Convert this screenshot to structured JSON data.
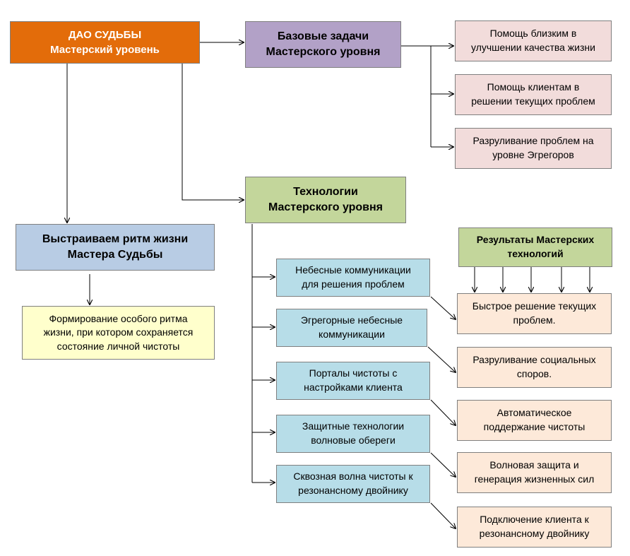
{
  "root": {
    "line1": "ДАО СУДЬБЫ",
    "line2": "Мастерский уровень"
  },
  "basic_tasks": {
    "title": {
      "line1": "Базовые задачи",
      "line2": "Мастерского уровня"
    },
    "items": [
      {
        "line1": "Помощь близким в",
        "line2": "улучшении качества жизни"
      },
      {
        "line1": "Помощь клиентам в",
        "line2": "решении текущих проблем"
      },
      {
        "line1": "Разруливание проблем на",
        "line2": "уровне Эгрегоров"
      }
    ]
  },
  "rhythm": {
    "title": {
      "line1": "Выстраиваем ритм жизни",
      "line2": "Мастера Судьбы"
    },
    "desc": {
      "line1": "Формирование особого ритма",
      "line2": "жизни, при котором сохраняется",
      "line3": "состояние личной чистоты"
    }
  },
  "technologies": {
    "title": {
      "line1": "Технологии",
      "line2": "Мастерского уровня"
    },
    "items": [
      {
        "line1": "Небесные коммуникации",
        "line2": "для решения проблем"
      },
      {
        "line1": "Эгрегорные небесные",
        "line2": "коммуникации"
      },
      {
        "line1": "Порталы чистоты с",
        "line2": "настройками клиента"
      },
      {
        "line1": "Защитные технологии",
        "line2": "волновые обереги"
      },
      {
        "line1": "Сквозная волна чистоты к",
        "line2": "резонансному двойнику"
      }
    ]
  },
  "results": {
    "title": {
      "line1": "Результаты Мастерских",
      "line2": "технологий"
    },
    "items": [
      {
        "line1": "Быстрое решение текущих",
        "line2": "проблем."
      },
      {
        "line1": "Разруливание социальных",
        "line2": "споров."
      },
      {
        "line1": "Автоматическое",
        "line2": "поддержание чистоты"
      },
      {
        "line1": "Волновая защита и",
        "line2": "генерация жизненных сил"
      },
      {
        "line1": "Подключение клиента к",
        "line2": "резонансному двойнику"
      }
    ]
  },
  "colors": {
    "orange": "#e36c0a",
    "purple": "#b2a1c7",
    "green": "#c3d69b",
    "blue": "#b8cce4",
    "yellow": "#ffffcc",
    "pink": "#f2dcdb",
    "cyan": "#b7dde8",
    "peach": "#fde9d9",
    "border": "#7f7f7f",
    "line": "#000000"
  }
}
